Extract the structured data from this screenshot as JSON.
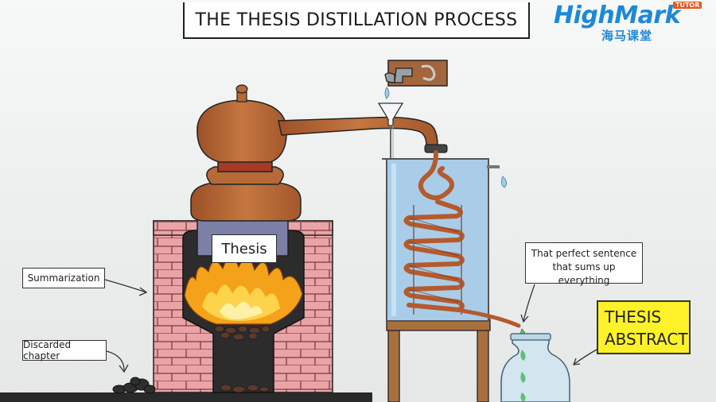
{
  "title": "THE THESIS DISTILLATION PROCESS",
  "logo": {
    "name": "HighMark",
    "tagline": "TUTOR",
    "chinese": "海马课堂"
  },
  "labels": {
    "thesis": "Thesis",
    "summarization": "Summarization",
    "discarded": "Discarded chapter",
    "perfect_line1": "That perfect sentence",
    "perfect_line2": "that sums up everything",
    "abstract_line1": "THESIS",
    "abstract_line2": "ABSTRACT"
  },
  "icons": [
    "faucet-icon",
    "funnel-icon",
    "fire-icon",
    "seahorse-icon"
  ],
  "colors": {
    "copper": "#b8683a",
    "brick": "#e9a0a4",
    "water": "#a9cde8",
    "fire": "#f4a21a",
    "highlight": "#fdf22a",
    "logo_blue": "#1e88d8"
  }
}
